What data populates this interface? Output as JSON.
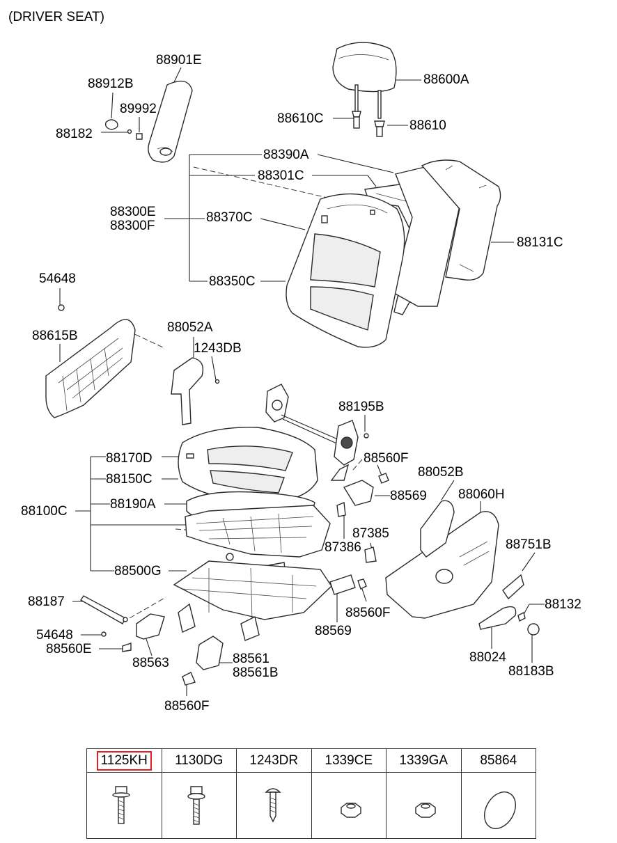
{
  "title": "(DRIVER SEAT)",
  "labels": {
    "p88901E": "88901E",
    "p88912B": "88912B",
    "p89992": "89992",
    "p88182": "88182",
    "p88600A": "88600A",
    "p88610C": "88610C",
    "p88610": "88610",
    "p88390A": "88390A",
    "p88301C": "88301C",
    "p88300E": "88300E",
    "p88300F": "88300F",
    "p88370C": "88370C",
    "p88131C": "88131C",
    "p88350C": "88350C",
    "p54648_top": "54648",
    "p88615B": "88615B",
    "p88052A": "88052A",
    "p1243DB": "1243DB",
    "p88195B": "88195B",
    "p88170D": "88170D",
    "p88560F_top": "88560F",
    "p88150C": "88150C",
    "p88052B": "88052B",
    "p88569_top": "88569",
    "p88060H": "88060H",
    "p88190A": "88190A",
    "p88100C": "88100C",
    "p87385": "87385",
    "p87386": "87386",
    "p88751B": "88751B",
    "p88500G": "88500G",
    "p88187": "88187",
    "p88132": "88132",
    "p88560F_mid": "88560F",
    "p54648_bot": "54648",
    "p88569_bot": "88569",
    "p88560E": "88560E",
    "p88563": "88563",
    "p88024": "88024",
    "p88183B": "88183B",
    "p88561": "88561",
    "p88561B": "88561B",
    "p88560F_bot": "88560F"
  },
  "fasteners": [
    {
      "code": "1125KH",
      "icon": "flange-bolt-icon",
      "highlighted": true
    },
    {
      "code": "1130DG",
      "icon": "washer-bolt-icon",
      "highlighted": false
    },
    {
      "code": "1243DR",
      "icon": "tapping-screw-icon",
      "highlighted": false
    },
    {
      "code": "1339CE",
      "icon": "hex-nut-icon",
      "highlighted": false
    },
    {
      "code": "1339GA",
      "icon": "hex-nut-icon",
      "highlighted": false
    },
    {
      "code": "85864",
      "icon": "round-plug-icon",
      "highlighted": false
    }
  ],
  "colors": {
    "highlight": "#e02020",
    "line": "#222222"
  }
}
